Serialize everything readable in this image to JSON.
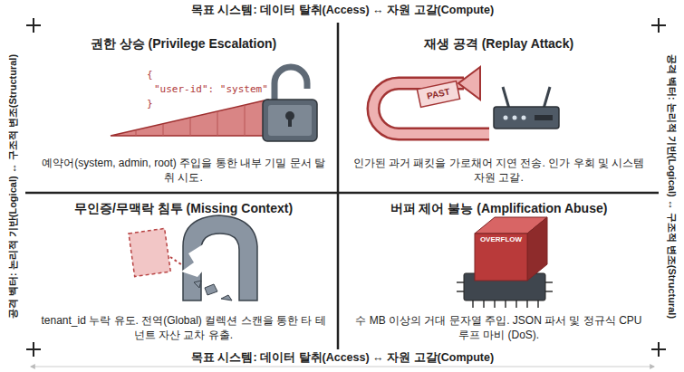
{
  "diagram": {
    "nodes": [
      {
        "text": [
          "권한 상승 (Privilege Escalation)",
          "예약어(system, admin, root) 주입을 통한 내부 기밀 문서 탈취 시도."
        ]
      },
      {
        "text": [
          "재생 공격 (Replay Attack)",
          "인가된 과거 패킷을 가로채어 지연 전송. 인가 우회 및 시스템 자원 고갈."
        ]
      },
      {
        "text": [
          "무인증/무맥락 침투 (Missing Context)",
          "tenant_id 누락 유도. 전역(Global) 컬렉션 스캔을 통한 타 테넌트 자산 교차 유출."
        ]
      },
      {
        "text": [
          "버퍼 제어 불능 (Amplification Abuse)",
          "수 MB 이상의 거대 문자열 주입. JSON 파서 및 정규식 CPU 루프 마비 (DoS)."
        ]
      }
    ],
    "edges": [],
    "labels": [
      "목표 시스템: 데이터 탈취(Access) ↔ 자원 고갈(Compute)",
      "공격 벡터: 논리적 기반(Logical) ↔ 구조적 변조(Structural)",
      "공격 벡터: 논리적 기반(Logical) ↔ 구조적 변조(Structural)",
      "{",
      "\"user-id\": \"system\"",
      "}",
      "PAST",
      "OVERFLOW",
      "목표 시스템: 데이터 탈취(Access) ↔ 자원 고갈(Compute)"
    ]
  }
}
